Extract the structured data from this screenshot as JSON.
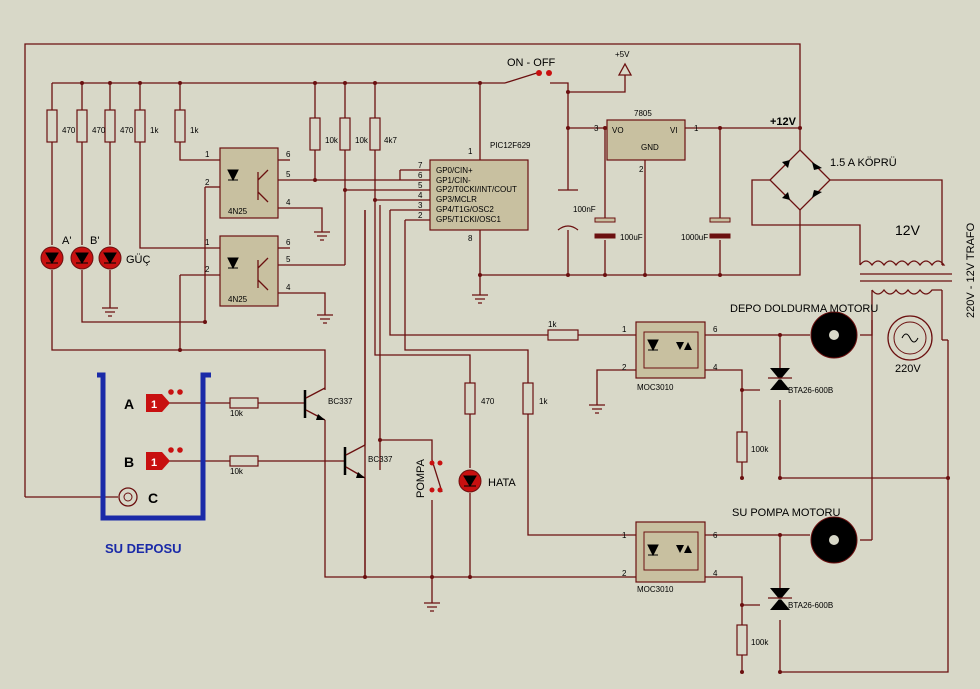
{
  "labels": {
    "on_off": "ON - OFF",
    "plus5v": "+5V",
    "plus12v": "+12V",
    "reg": "7805",
    "reg_vo": "VO",
    "reg_vi": "VI",
    "reg_gnd": "GND",
    "bridge": "1.5 A KÖPRÜ",
    "v12": "12V",
    "trafo": "220V - 12V  TRAFO",
    "v220": "220V",
    "pic": "PIC12F629",
    "pic_pins": [
      "GP0/CIN+",
      "GP1/CIN-",
      "GP2/T0CKI/INT/COUT",
      "GP3/MCLR",
      "GP4/T1G/OSC2",
      "GP5/T1CKI/OSC1"
    ],
    "pic_pin_nums": [
      "7",
      "6",
      "5",
      "4",
      "3",
      "2"
    ],
    "pic_pin1": "1",
    "pic_pin8": "8",
    "opto1": "4N25",
    "opto2": "4N25",
    "moc1": "MOC3010",
    "moc2": "MOC3010",
    "triac1": "BTA26-600B",
    "triac2": "BTA26-600B",
    "motor1": "DEPO DOLDURMA MOTORU",
    "motor2": "SU POMPA MOTORU",
    "tank": "SU DEPOSU",
    "probe_a": "A",
    "probe_b": "B",
    "probe_c": "C",
    "probe_val": "1",
    "led_a": "A'",
    "led_b": "B'",
    "led_guc": "GÜÇ",
    "led_hata": "HATA",
    "pompa": "POMPA",
    "tr1": "BC337",
    "tr2": "BC337",
    "cap1": "100nF",
    "cap2": "100uF",
    "cap3": "1000uF",
    "r470a": "470",
    "r470b": "470",
    "r470c": "470",
    "r1ka": "1k",
    "r1kb": "1k",
    "r10ka": "10k",
    "r10kb": "10k",
    "r4k7": "4k7",
    "r10kc": "10k",
    "r10kd": "10k",
    "r470d": "470",
    "r1kc": "1k",
    "r1kd": "1k",
    "r100ka": "100k",
    "r100kb": "100k",
    "pin_nums": [
      "1",
      "2",
      "6",
      "5",
      "4"
    ],
    "reg_pins": [
      "3",
      "1",
      "2"
    ]
  },
  "colors": {
    "background": "#d8d8c8",
    "wire": "#6b1010",
    "tank": "#1a2aa8",
    "led": "#c81010",
    "chip": "#c8c0a0"
  }
}
